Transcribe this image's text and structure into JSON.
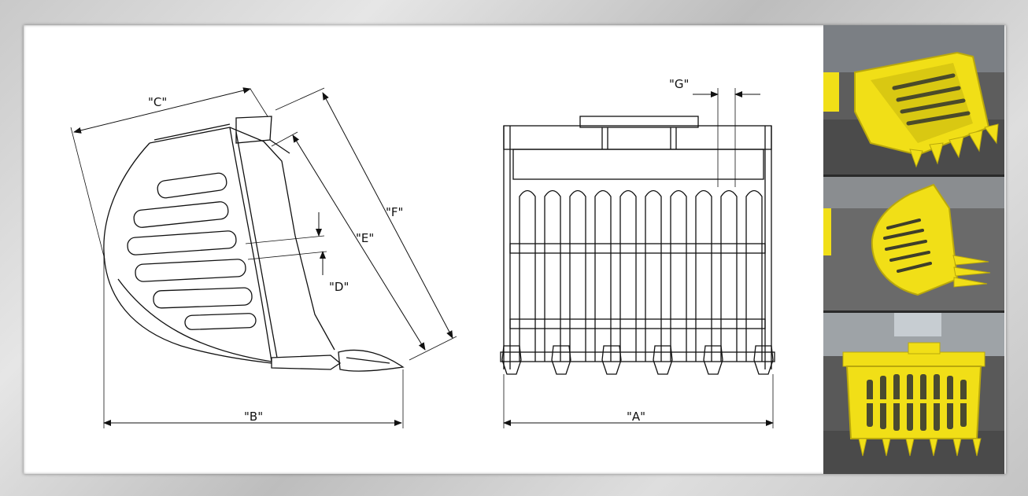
{
  "labels": {
    "a": "\"A\"",
    "b": "\"B\"",
    "c": "\"C\"",
    "d": "\"D\"",
    "e": "\"E\"",
    "f": "\"F\"",
    "g": "\"G\""
  },
  "colors": {
    "bucket_yellow": "#f1df17",
    "workshop_grey": "#6e6e6e"
  },
  "photos": [
    {
      "name": "photo-bucket-angle-view"
    },
    {
      "name": "photo-bucket-side-view"
    },
    {
      "name": "photo-bucket-front-view"
    }
  ]
}
